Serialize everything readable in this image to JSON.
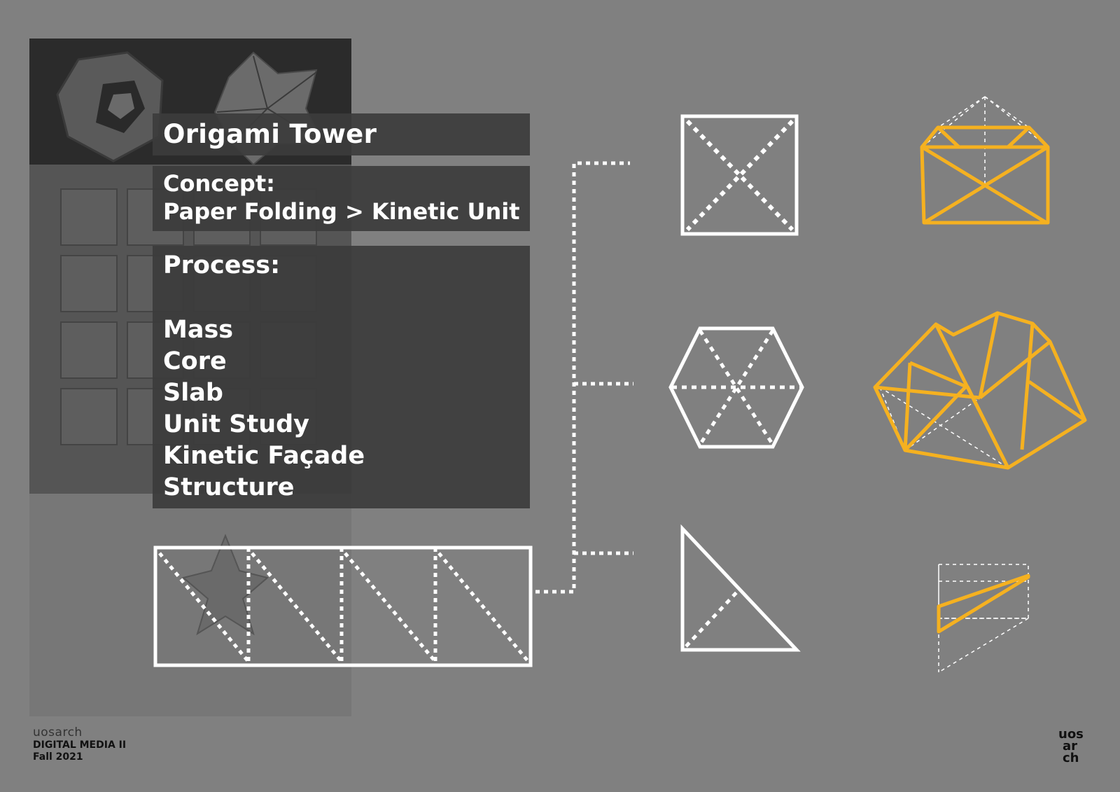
{
  "title": "Origami Tower",
  "concept": {
    "label": "Concept:",
    "text": "Paper Folding > Kinetic Unit"
  },
  "process": {
    "label": "Process:",
    "items": [
      "Mass",
      "Core",
      "Slab",
      "Unit Study",
      "Kinetic Façade",
      "Structure"
    ]
  },
  "footer": {
    "brand": "uosarch",
    "course": "DIGITAL MEDIA II",
    "term": "Fall 2021",
    "logo_text": "uos arch"
  },
  "colors": {
    "background": "#808080",
    "line": "#ffffff",
    "accent": "#f5b120",
    "panel": "#3c3c3c"
  },
  "icons": [
    "dodecahedron-photo",
    "star-origami-photo",
    "folded-tile-photo",
    "square-fold-diagram",
    "hexagon-fold-diagram",
    "triangle-fold-diagram",
    "envelope-unit-3d",
    "flower-unit-3d",
    "wedge-unit-3d"
  ]
}
